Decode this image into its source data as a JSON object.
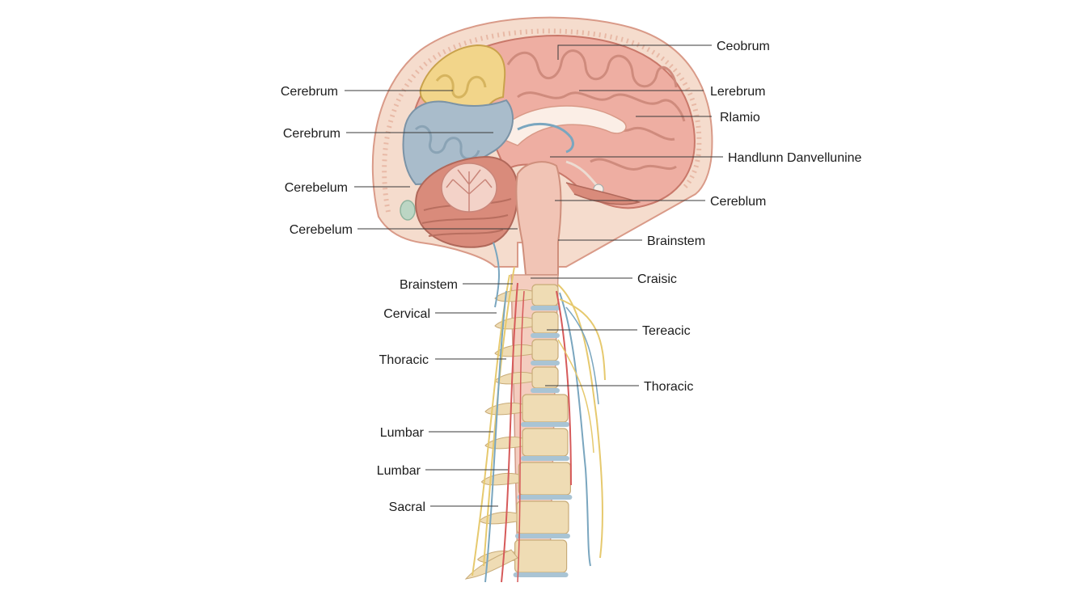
{
  "diagram": {
    "palette": {
      "cortex": "#eeaea2",
      "cortex_dark": "#d98a7c",
      "frontal_yellow": "#f2d58a",
      "occipital_blue": "#a9bccb",
      "cerebellum": "#d98b7b",
      "brainstem": "#f1c4b5",
      "vertebra": "#efdcb4",
      "disc": "#a9c4d4",
      "nerve_yellow": "#e6c96e",
      "nerve_red": "#d65a5a",
      "nerve_blue": "#7aa6bf",
      "skull": "#f1d7c8",
      "leader": "#3a3a3a"
    },
    "icons": [
      "brain-icon",
      "cerebellum-arbor-icon",
      "spine-icon",
      "nerve-icon"
    ],
    "labels": [
      {
        "id": "l-left-1",
        "text": "Cerebrum"
      },
      {
        "id": "l-left-2",
        "text": "Cerebrum"
      },
      {
        "id": "l-left-3",
        "text": "Cerebelum"
      },
      {
        "id": "l-left-4",
        "text": "Cerebelum"
      },
      {
        "id": "l-left-5",
        "text": "Brainstem"
      },
      {
        "id": "l-left-6",
        "text": "Cervical"
      },
      {
        "id": "l-left-7",
        "text": "Thoracic"
      },
      {
        "id": "l-left-8",
        "text": "Lumbar"
      },
      {
        "id": "l-left-9",
        "text": "Lumbar"
      },
      {
        "id": "l-left-10",
        "text": "Sacral"
      },
      {
        "id": "l-right-1",
        "text": "Ceobrum"
      },
      {
        "id": "l-right-2",
        "text": "Lerebrum"
      },
      {
        "id": "l-right-3",
        "text": "Rlamio"
      },
      {
        "id": "l-right-4",
        "text": "Handlunn Danvellunine"
      },
      {
        "id": "l-right-5",
        "text": "Cereblum"
      },
      {
        "id": "l-right-6",
        "text": "Brainstem"
      },
      {
        "id": "l-right-7",
        "text": "Craisic"
      },
      {
        "id": "l-right-8",
        "text": "Tereacic"
      },
      {
        "id": "l-right-9",
        "text": "Thoracic"
      }
    ]
  }
}
